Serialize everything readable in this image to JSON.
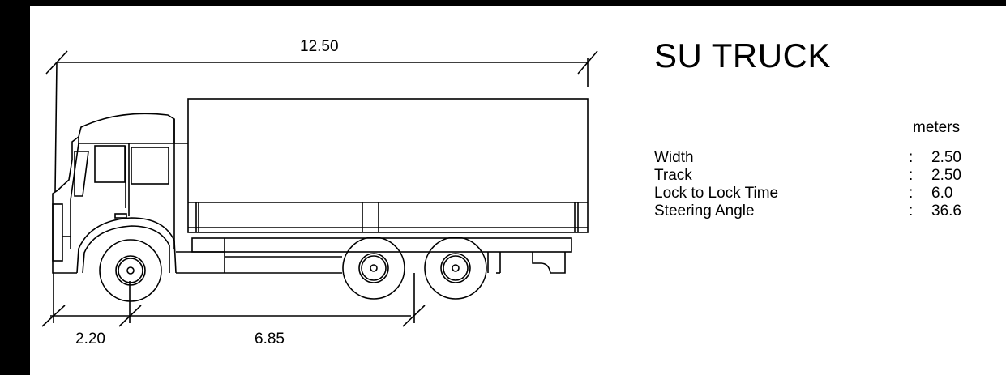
{
  "title": "SU TRUCK",
  "units": "meters",
  "dimensions": {
    "overall_length": "12.50",
    "front_overhang": "2.20",
    "wheelbase": "6.85"
  },
  "specs": [
    {
      "label": "Width",
      "separator": ":",
      "value": "2.50"
    },
    {
      "label": "Track",
      "separator": ":",
      "value": "2.50"
    },
    {
      "label": "Lock to Lock Time",
      "separator": ":",
      "value": "6.0"
    },
    {
      "label": "Steering Angle",
      "separator": ":",
      "value": "36.6"
    }
  ],
  "colors": {
    "line": "#000000",
    "background": "#ffffff",
    "frame": "#000000"
  }
}
